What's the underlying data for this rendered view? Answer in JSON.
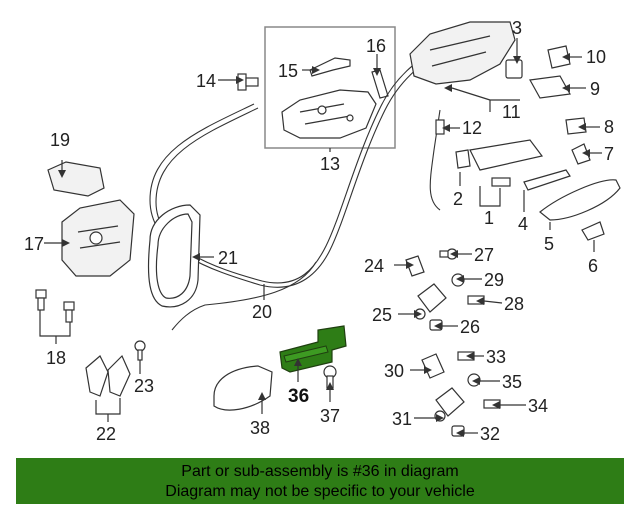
{
  "highlight_color": "#2e7d16",
  "labels": {
    "p1": "1",
    "p2": "2",
    "p3": "3",
    "p4": "4",
    "p5": "5",
    "p6": "6",
    "p7": "7",
    "p8": "8",
    "p9": "9",
    "p10": "10",
    "p11": "11",
    "p12": "12",
    "p13": "13",
    "p14": "14",
    "p15": "15",
    "p16": "16",
    "p17": "17",
    "p18": "18",
    "p19": "19",
    "p20": "20",
    "p21": "21",
    "p22": "22",
    "p23": "23",
    "p24": "24",
    "p25": "25",
    "p26": "26",
    "p27": "27",
    "p28": "28",
    "p29": "29",
    "p30": "30",
    "p31": "31",
    "p32": "32",
    "p33": "33",
    "p34": "34",
    "p35": "35",
    "p36": "36",
    "p37": "37",
    "p38": "38"
  },
  "footer": {
    "line1": "Part or sub-assembly is #36 in diagram",
    "line2": "Diagram may not be specific to your vehicle"
  }
}
